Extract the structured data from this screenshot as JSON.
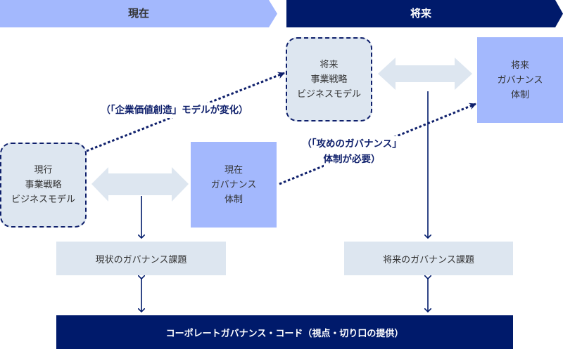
{
  "header": {
    "current_label": "現在",
    "future_label": "将来",
    "current_color": "#a3b8fd",
    "future_color": "#001a6b"
  },
  "current": {
    "strategy_box": {
      "lines": [
        "現行",
        "事業戦略",
        "ビジネスモデル"
      ]
    },
    "governance_box": {
      "lines": [
        "現在",
        "ガバナンス",
        "体制"
      ]
    },
    "issue_box": {
      "label": "現状のガバナンス課題"
    }
  },
  "future": {
    "strategy_box": {
      "lines": [
        "将来",
        "事業戦略",
        "ビジネスモデル"
      ]
    },
    "governance_box": {
      "lines": [
        "将来",
        "ガバナンス",
        "体制"
      ]
    },
    "issue_box": {
      "label": "将来のガバナンス課題"
    }
  },
  "captions": {
    "value_creation_change": "（「企業価値創造」モデルが変化）",
    "offensive_governance_line1": "（「攻めのガバナンス」",
    "offensive_governance_line2": "体制が必要）"
  },
  "bottom_bar": {
    "label": "コーポレートガバナンス・コード（視点・切り口の提供）"
  },
  "colors": {
    "light_box": "#dde6f0",
    "governance_box": "#a3b8fd",
    "navy": "#001a6b",
    "dash_line": "#0e1f6b"
  }
}
